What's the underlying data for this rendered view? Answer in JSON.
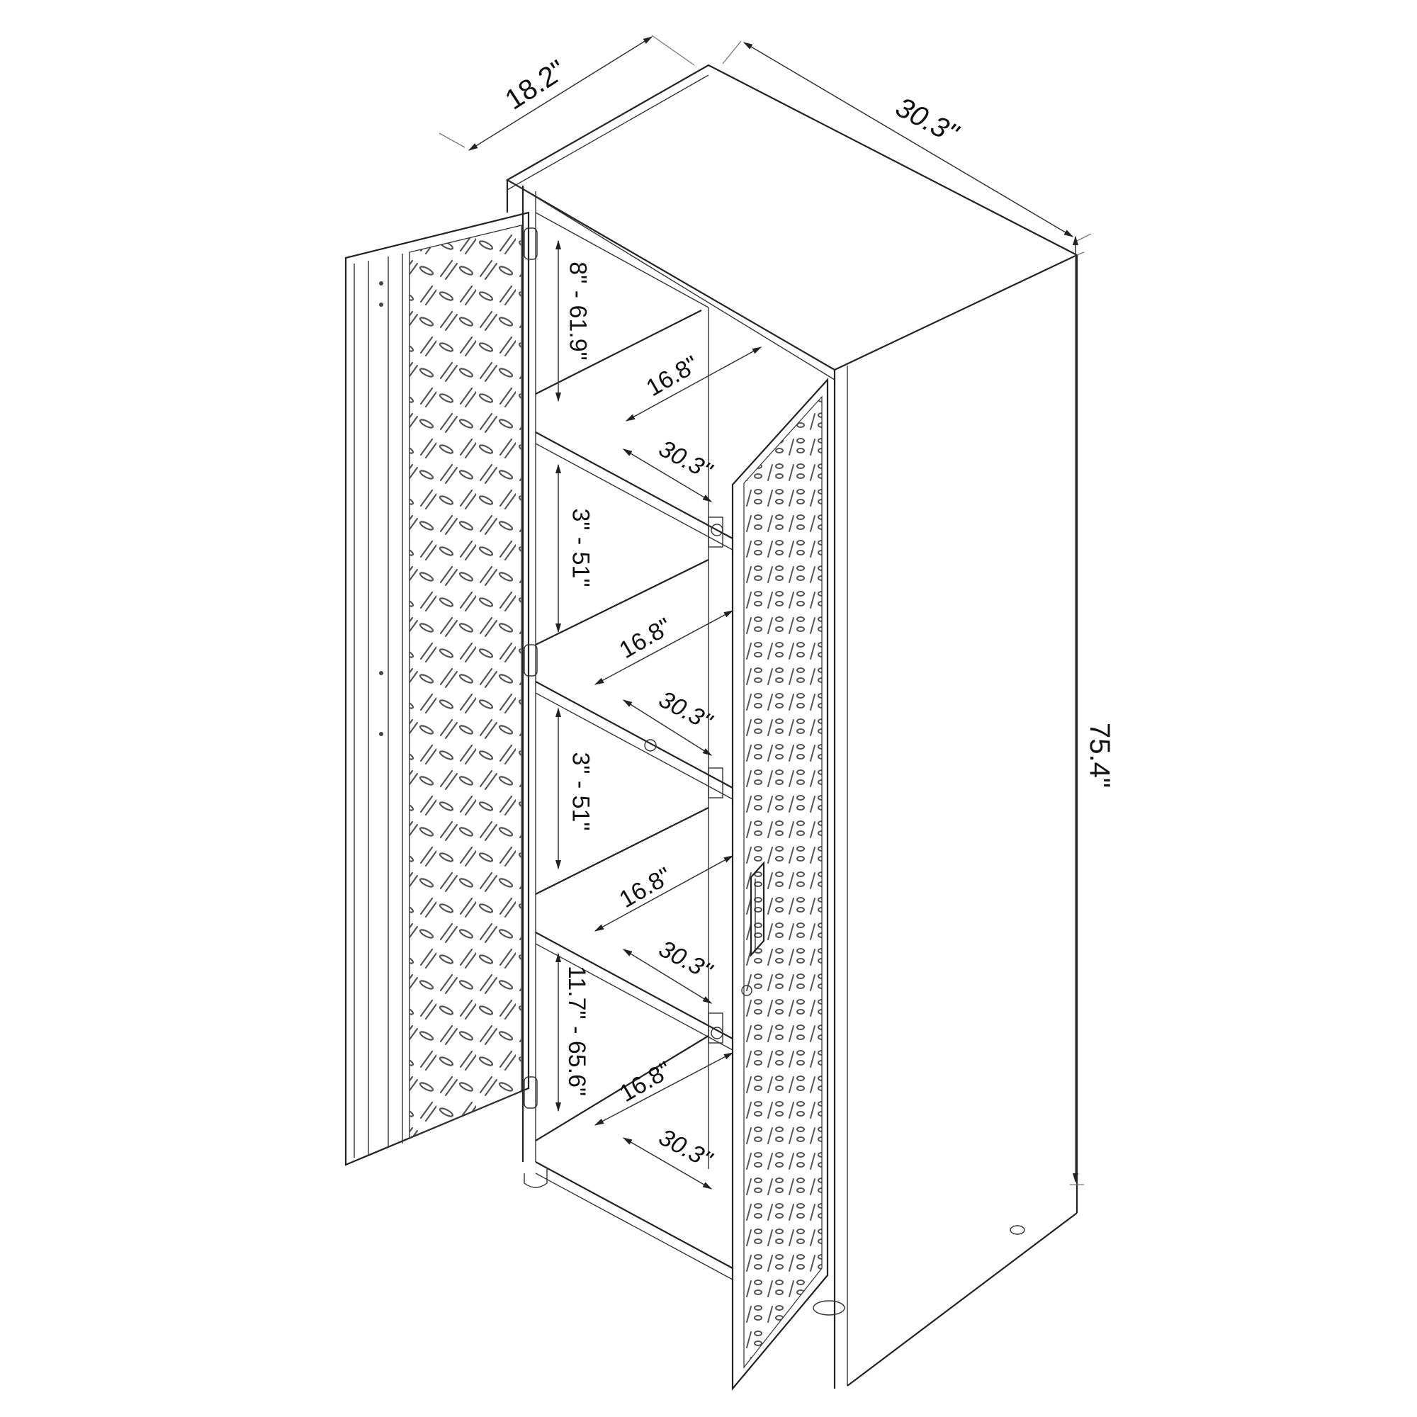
{
  "diagram": {
    "subject": "Tall storage cabinet with two open doors and adjustable shelves",
    "colors": {
      "line": "#222222",
      "background": "#ffffff",
      "pattern": "#555555"
    },
    "overall_dimensions": {
      "depth": "18.2\"",
      "width": "30.3\"",
      "height": "75.4\""
    },
    "shelf_spacing": [
      {
        "id": "top",
        "label": "8\" - 61.9\""
      },
      {
        "id": "upper-middle",
        "label": "3\" - 51\""
      },
      {
        "id": "lower-middle",
        "label": "3\" - 51\""
      },
      {
        "id": "bottom",
        "label": "11.7\" - 65.6\""
      }
    ],
    "shelves": [
      {
        "id": "shelf-1",
        "depth": "16.8\"",
        "width": "30.3\""
      },
      {
        "id": "shelf-2",
        "depth": "16.8\"",
        "width": "30.3\""
      },
      {
        "id": "shelf-3",
        "depth": "16.8\"",
        "width": "30.3\""
      },
      {
        "id": "shelf-4",
        "depth": "16.8\"",
        "width": "30.3\""
      }
    ],
    "parts": {
      "left_door": "Open left door with diamond-plate pattern",
      "right_door": "Open right door with perforated diamond pattern and handle",
      "legs": "Leveling feet"
    }
  }
}
